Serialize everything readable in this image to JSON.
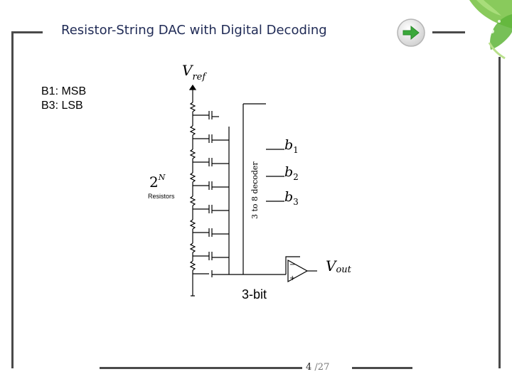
{
  "slide": {
    "title": "Resistor-String DAC with Digital Decoding",
    "legend": [
      "B1: MSB",
      "B3: LSB"
    ],
    "page_current": "4",
    "page_total": "/27"
  },
  "circuit": {
    "vref_label": "V",
    "vref_sub": "ref",
    "count_base": "2",
    "count_exp": "N",
    "resistors_label": "Resistors",
    "decoder_label": "3 to 8 decoder",
    "inputs": [
      {
        "base": "b",
        "sub": "1"
      },
      {
        "base": "b",
        "sub": "2"
      },
      {
        "base": "b",
        "sub": "3"
      }
    ],
    "vout_label": "V",
    "vout_sub": "out",
    "bits_label": "3-bit",
    "opamp_minus": "−",
    "opamp_plus": "+"
  },
  "icons": {
    "next": "arrow-right-icon",
    "decoration": "leaf-icon"
  },
  "colors": {
    "title": "#1f2a55",
    "frame": "#4a4a4a",
    "accent_green": "#3aa83a"
  }
}
